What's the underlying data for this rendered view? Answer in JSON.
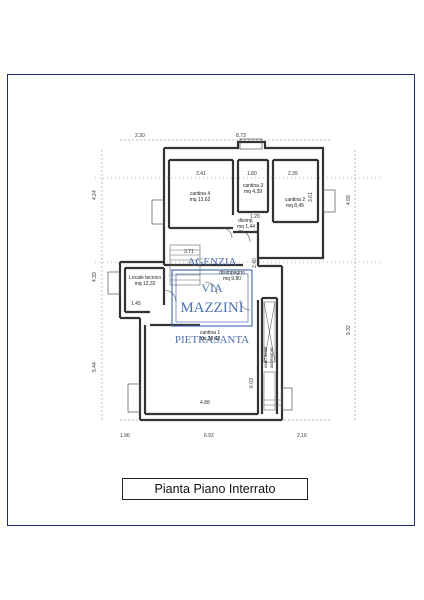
{
  "caption": "Pianta Piano Interrato",
  "watermark": {
    "line1": "AGENZIA",
    "line2": "VIA",
    "line3": "MAZZINI",
    "line4": "PIETRASANTA",
    "color": "#3b63a8"
  },
  "dimensions": {
    "top_left": "2.30",
    "top_mid": "8.73",
    "left_upper": "4.24",
    "left_lower": "4.33",
    "left_bottom": "5.44",
    "right_upper": "4.59",
    "right_lower": "9.32",
    "bottom_left": "1.96",
    "bottom_mid": "6.92",
    "bottom_right": "2.16",
    "cantina4_w": "3.41",
    "cantina3_w": "1.80",
    "cantina2_w": "2.35",
    "tecnico_w": "3.71",
    "tecnico_small": "1.45",
    "cantina1_w": "4.88",
    "cantina1_h": "6.03",
    "disimpegno_d": "2.40",
    "cantina2_h": "3.61",
    "ripostiglio_w": "1.20"
  },
  "rooms": {
    "cantina4_name": "cantina 4",
    "cantina4_area": "mq 13,62",
    "cantina3_name": "cantina 3",
    "cantina3_area": "mq 4,39",
    "cantina2_name": "cantina 2",
    "cantina2_area": "mq 8,45",
    "disimpegno1_name": "disimp.",
    "disimpegno1_area": "mq 1,44",
    "tecnico_name": "Locale tecnico",
    "tecnico_area": "mq 12,32",
    "disimpegno2_name": "disimpegno",
    "disimpegno2_area": "mq 9,80",
    "cantina1_name": "cantina 1",
    "cantina1_area": "mq 28,48",
    "vano_name": "vano scale",
    "vano_sub": "ascensore"
  }
}
